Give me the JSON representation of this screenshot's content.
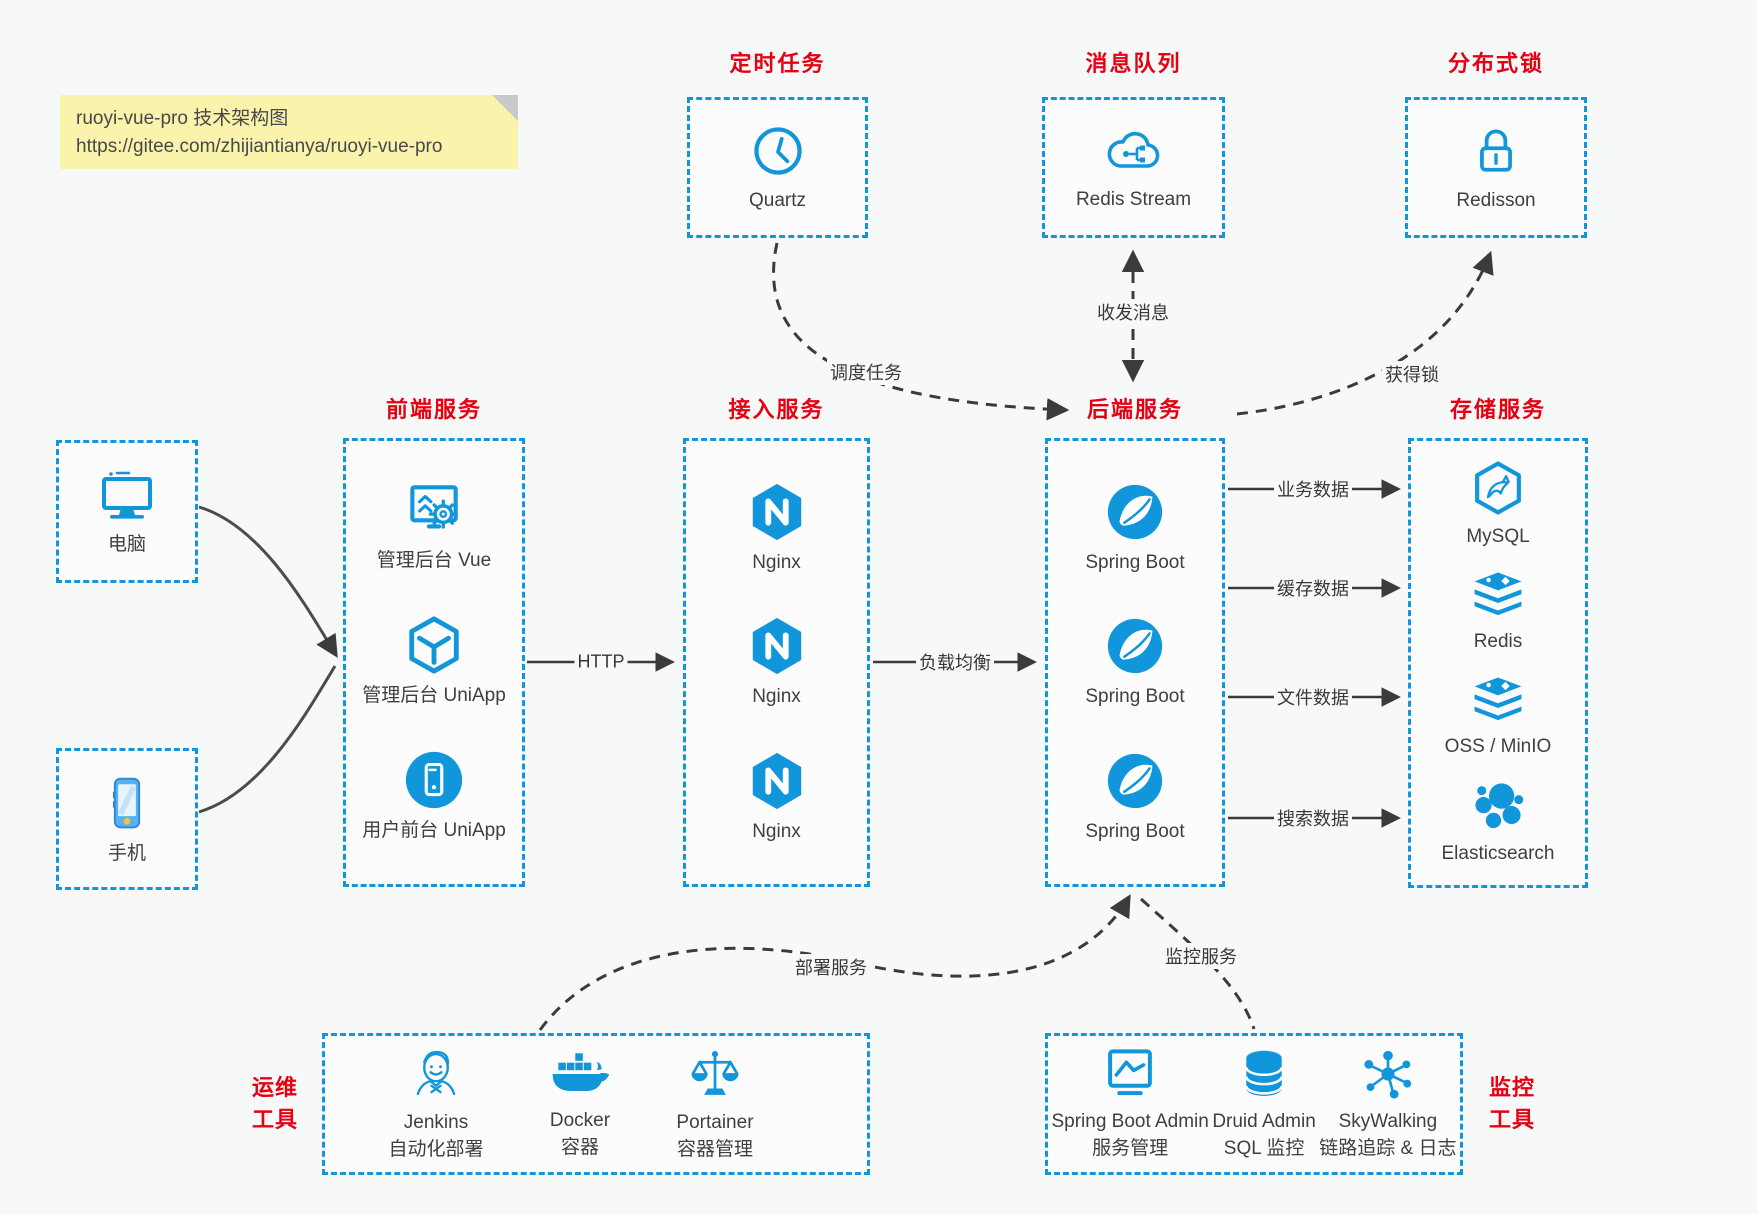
{
  "colors": {
    "accent": "#1296db",
    "title_red": "#e60012",
    "arrow": "#3b3b3b",
    "note_bg": "#faf3ac"
  },
  "note": {
    "line1": "ruoyi-vue-pro 技术架构图",
    "line2": "https://gitee.com/zhijiantianya/ruoyi-vue-pro"
  },
  "groups": {
    "scheduler": {
      "title": "定时任务",
      "items": [
        {
          "icon": "clock-icon",
          "label": "Quartz"
        }
      ]
    },
    "mq": {
      "title": "消息队列",
      "items": [
        {
          "icon": "cloud-stream-icon",
          "label": "Redis Stream"
        }
      ]
    },
    "lock": {
      "title": "分布式锁",
      "items": [
        {
          "icon": "lock-icon",
          "label": "Redisson"
        }
      ]
    },
    "clients": {
      "items": [
        {
          "icon": "computer-icon",
          "label": "电脑"
        },
        {
          "icon": "phone-icon",
          "label": "手机"
        }
      ]
    },
    "frontend": {
      "title": "前端服务",
      "items": [
        {
          "icon": "admin-vue-icon",
          "label": "管理后台 Vue"
        },
        {
          "icon": "uniapp-cube-icon",
          "label": "管理后台 UniApp"
        },
        {
          "icon": "user-app-icon",
          "label": "用户前台 UniApp"
        }
      ]
    },
    "gateway": {
      "title": "接入服务",
      "items": [
        {
          "icon": "nginx-icon",
          "label": "Nginx"
        },
        {
          "icon": "nginx-icon",
          "label": "Nginx"
        },
        {
          "icon": "nginx-icon",
          "label": "Nginx"
        }
      ]
    },
    "backend": {
      "title": "后端服务",
      "items": [
        {
          "icon": "spring-boot-icon",
          "label": "Spring Boot"
        },
        {
          "icon": "spring-boot-icon",
          "label": "Spring Boot"
        },
        {
          "icon": "spring-boot-icon",
          "label": "Spring Boot"
        }
      ]
    },
    "storage": {
      "title": "存储服务",
      "items": [
        {
          "icon": "mysql-icon",
          "label": "MySQL"
        },
        {
          "icon": "redis-stack-icon",
          "label": "Redis"
        },
        {
          "icon": "storage-stack-icon",
          "label": "OSS / MinIO"
        },
        {
          "icon": "elasticsearch-icon",
          "label": "Elasticsearch"
        }
      ]
    },
    "ops": {
      "title_line1": "运维",
      "title_line2": "工具",
      "items": [
        {
          "icon": "jenkins-icon",
          "label": "Jenkins",
          "sublabel": "自动化部署"
        },
        {
          "icon": "docker-icon",
          "label": "Docker",
          "sublabel": "容器"
        },
        {
          "icon": "portainer-icon",
          "label": "Portainer",
          "sublabel": "容器管理"
        }
      ]
    },
    "monitoring": {
      "title_line1": "监控",
      "title_line2": "工具",
      "items": [
        {
          "icon": "spring-boot-admin-icon",
          "label": "Spring Boot Admin",
          "sublabel": "服务管理"
        },
        {
          "icon": "druid-icon",
          "label": "Druid Admin",
          "sublabel": "SQL 监控"
        },
        {
          "icon": "skywalking-icon",
          "label": "SkyWalking",
          "sublabel": "链路追踪 & 日志"
        }
      ]
    }
  },
  "edges": {
    "http": "HTTP",
    "load_balance": "负载均衡",
    "schedule_task": "调度任务",
    "send_receive": "收发消息",
    "acquire_lock": "获得锁",
    "business_data": "业务数据",
    "cache_data": "缓存数据",
    "file_data": "文件数据",
    "search_data": "搜索数据",
    "deploy_service": "部署服务",
    "monitor_service": "监控服务"
  }
}
